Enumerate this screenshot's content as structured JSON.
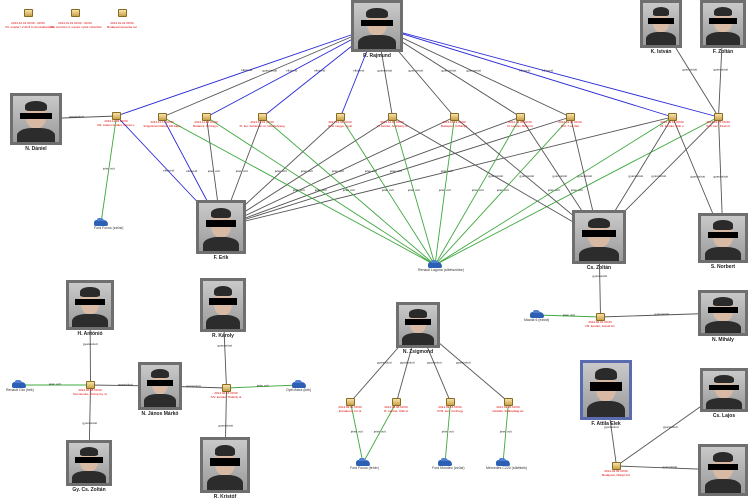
{
  "legend": [
    {
      "id": "L1",
      "label": "2013.12.01 00:00 - 00:00\nVII. emelet / 2 db 8 0 cimszaktariszon"
    },
    {
      "id": "L2",
      "label": "2014.01.01 00:00 - 00:00\nSG. sorszám 3. Cestre nyitot ucherfokt"
    },
    {
      "id": "L3",
      "label": "2014.01.01 00:00\nBudapest kamerás cel"
    }
  ],
  "persons": [
    {
      "id": "rajmund",
      "name": "R. Rajmund"
    },
    {
      "id": "daniel",
      "name": "N. Dániel"
    },
    {
      "id": "istvan",
      "name": "K. István"
    },
    {
      "id": "zoltanF",
      "name": "F. Zoltán"
    },
    {
      "id": "erik",
      "name": "F. Erik"
    },
    {
      "id": "zoltanCs",
      "name": "Cs. Zoltán"
    },
    {
      "id": "norbert",
      "name": "S. Norbert"
    },
    {
      "id": "mihaly",
      "name": "N. Mihály"
    },
    {
      "id": "antonio",
      "name": "H. Antónió"
    },
    {
      "id": "karoly",
      "name": "R. Károly"
    },
    {
      "id": "zsigmond",
      "name": "N. Zsigmond"
    },
    {
      "id": "marko",
      "name": "N. János Márkó"
    },
    {
      "id": "attila",
      "name": "F. Attila Elek"
    },
    {
      "id": "lajos",
      "name": "Cs. Lajos"
    },
    {
      "id": "zoltan2",
      "name": "Gy. Cs. Zoltán"
    },
    {
      "id": "bottomK",
      "name": "R. Kristóf"
    },
    {
      "id": "brperson",
      "name": ""
    }
  ],
  "events": [
    {
      "id": "e1",
      "label": "2013.11.03 00:00\nXIII. számú kerület, Dózsa u."
    },
    {
      "id": "e2",
      "label": "2013.11.17 00:00\nSzigetszentmiklós, M0 kapu"
    },
    {
      "id": "e3",
      "label": "2013.11.22 00:00\nBudaörs, Ország u."
    },
    {
      "id": "e4",
      "label": "2013.12.01 00:00\nXI. ker. Fehérvári út, üzlethelyiség"
    },
    {
      "id": "e5",
      "label": "2013.12.06 00:00\nPest megye, Gyál"
    },
    {
      "id": "e6",
      "label": "2013.12.14 00:00\nVI. kerület, Andrássy út"
    },
    {
      "id": "e7",
      "label": "2013.12.19 00:00\nBudapest, Kőbánya"
    },
    {
      "id": "e8",
      "label": "2014.01.05 00:00\nIII. kerület, Bécsi út"
    },
    {
      "id": "e9",
      "label": "2014.01.11 00:00\nÉrd, 7-es főút"
    },
    {
      "id": "e10",
      "label": "2014.01.18 00:00\nVII. kerület, Dob u."
    },
    {
      "id": "e11",
      "label": "2014.01.25 00:00\nXVII. ker., Pesti út"
    },
    {
      "id": "e12",
      "label": "2014.02.01 00:00\nVIII. kerület, József krt."
    },
    {
      "id": "e13",
      "label": "2014.02.08 00:00\nSzentendre, Dózsa Gy. út"
    },
    {
      "id": "e14",
      "label": "2014.02.15 00:00\nXIV. kerület, Thököly út"
    },
    {
      "id": "e15",
      "label": "2014.03.01 00:00\nDunakeszi, Fő út"
    },
    {
      "id": "e16",
      "label": "2014.03.08 00:00\nIX. kerület, Üllői út"
    },
    {
      "id": "e17",
      "label": "2014.03.15 00:00\nXVIII. ker., Ferihegy"
    },
    {
      "id": "e18",
      "label": "2014.03.22 00:00\nGödöllő, Szabadság tér"
    },
    {
      "id": "e19",
      "label": "2014.04.05 00:00\nBudapest, Margit híd"
    }
  ],
  "cars": [
    {
      "id": "c1",
      "label": "Ford Focus (ezüst)"
    },
    {
      "id": "c2",
      "label": "Renault Laguna (sötétszürke)"
    },
    {
      "id": "c3",
      "label": "Mazda 6 (ezüst)"
    },
    {
      "id": "c4",
      "label": "Renault Clio (kék)"
    },
    {
      "id": "c5",
      "label": "Opel Astra (kék)"
    },
    {
      "id": "c6",
      "label": "Ford Focus (fehér)"
    },
    {
      "id": "c7",
      "label": "Ford Mondeo (ezüst)"
    },
    {
      "id": "c8",
      "label": "Mercedes C220 (sötétkék)"
    }
  ],
  "edges": [
    {
      "from": "rajmund",
      "to": "e1",
      "color": "#2a2ad6",
      "label": "elkövető"
    },
    {
      "from": "rajmund",
      "to": "e2",
      "color": "#555555",
      "label": "gyanúsított"
    },
    {
      "from": "rajmund",
      "to": "e3",
      "color": "#2a2ad6",
      "label": "elkövető"
    },
    {
      "from": "rajmund",
      "to": "e4",
      "color": "#2a2ad6",
      "label": "elkövető"
    },
    {
      "from": "rajmund",
      "to": "e5",
      "color": "#2a2ad6",
      "label": "elkövető"
    },
    {
      "from": "rajmund",
      "to": "e6",
      "color": "#555555",
      "label": "gyanúsított"
    },
    {
      "from": "rajmund",
      "to": "e7",
      "color": "#555555",
      "label": "gyanúsított"
    },
    {
      "from": "rajmund",
      "to": "e8",
      "color": "#555555",
      "label": "gyanúsított"
    },
    {
      "from": "rajmund",
      "to": "e9",
      "color": "#555555",
      "label": "gyanúsított"
    },
    {
      "from": "rajmund",
      "to": "e10",
      "color": "#2a2ad6",
      "label": "elkövető"
    },
    {
      "from": "rajmund",
      "to": "e11",
      "color": "#2a2ad6",
      "label": "elkövető"
    },
    {
      "from": "daniel",
      "to": "e1",
      "color": "#555555",
      "label": "gyanúsított"
    },
    {
      "from": "istvan",
      "to": "e11",
      "color": "#555555",
      "label": "gyanúsított"
    },
    {
      "from": "zoltanF",
      "to": "e11",
      "color": "#555555",
      "label": "gyanúsított"
    },
    {
      "from": "e1",
      "to": "c1",
      "color": "#3fa83f",
      "label": "jelen volt"
    },
    {
      "from": "e1",
      "to": "erik",
      "color": "#2a2ad6",
      "label": "elkövető"
    },
    {
      "from": "e2",
      "to": "erik",
      "color": "#2a2ad6",
      "label": "elkövető"
    },
    {
      "from": "e3",
      "to": "erik",
      "color": "#555555",
      "label": "jelen volt"
    },
    {
      "from": "e4",
      "to": "erik",
      "color": "#555555",
      "label": "jelen volt"
    },
    {
      "from": "e5",
      "to": "erik",
      "color": "#555555",
      "label": "jelen volt"
    },
    {
      "from": "e6",
      "to": "erik",
      "color": "#555555",
      "label": "jelen volt"
    },
    {
      "from": "e7",
      "to": "erik",
      "color": "#555555",
      "label": "jelen volt"
    },
    {
      "from": "e8",
      "to": "erik",
      "color": "#555555",
      "label": "jelen volt"
    },
    {
      "from": "e9",
      "to": "erik",
      "color": "#555555",
      "label": "jelen volt"
    },
    {
      "from": "e10",
      "to": "erik",
      "color": "#555555",
      "label": "jelen volt"
    },
    {
      "from": "e2",
      "to": "c2",
      "color": "#3fa83f",
      "label": "jelen volt"
    },
    {
      "from": "e3",
      "to": "c2",
      "color": "#3fa83f",
      "label": "jelen volt"
    },
    {
      "from": "e4",
      "to": "c2",
      "color": "#3fa83f",
      "label": "jelen volt"
    },
    {
      "from": "e5",
      "to": "c2",
      "color": "#3fa83f",
      "label": "jelen volt"
    },
    {
      "from": "e6",
      "to": "c2",
      "color": "#3fa83f",
      "label": "jelen volt"
    },
    {
      "from": "e7",
      "to": "c2",
      "color": "#3fa83f",
      "label": "jelen volt"
    },
    {
      "from": "e8",
      "to": "c2",
      "color": "#3fa83f",
      "label": "jelen volt"
    },
    {
      "from": "e9",
      "to": "c2",
      "color": "#3fa83f",
      "label": "jelen volt"
    },
    {
      "from": "e10",
      "to": "c2",
      "color": "#3fa83f",
      "label": "jelen volt"
    },
    {
      "from": "e11",
      "to": "c2",
      "color": "#3fa83f",
      "label": "jelen volt"
    },
    {
      "from": "e6",
      "to": "zoltanCs",
      "color": "#555555",
      "label": "gyanúsított"
    },
    {
      "from": "e7",
      "to": "zoltanCs",
      "color": "#555555",
      "label": "gyanúsított"
    },
    {
      "from": "e8",
      "to": "zoltanCs",
      "color": "#555555",
      "label": "gyanúsított"
    },
    {
      "from": "e9",
      "to": "zoltanCs",
      "color": "#555555",
      "label": "gyanúsított"
    },
    {
      "from": "e10",
      "to": "zoltanCs",
      "color": "#555555",
      "label": "gyanúsított"
    },
    {
      "from": "e11",
      "to": "zoltanCs",
      "color": "#555555",
      "label": "gyanúsított"
    },
    {
      "from": "e10",
      "to": "norbert",
      "color": "#555555",
      "label": "gyanúsított"
    },
    {
      "from": "e11",
      "to": "norbert",
      "color": "#555555",
      "label": "gyanúsított"
    },
    {
      "from": "zoltanCs",
      "to": "e12",
      "color": "#555555",
      "label": "gyanúsított"
    },
    {
      "from": "e12",
      "to": "mihaly",
      "color": "#555555",
      "label": "gyanúsított"
    },
    {
      "from": "e12",
      "to": "c3",
      "color": "#3fa83f",
      "label": "jelen volt"
    },
    {
      "from": "antonio",
      "to": "e13",
      "color": "#555555",
      "label": "gyanúsított"
    },
    {
      "from": "e13",
      "to": "marko",
      "color": "#555555",
      "label": "gyanúsított"
    },
    {
      "from": "e13",
      "to": "c4",
      "color": "#3fa83f",
      "label": "jelen volt"
    },
    {
      "from": "e13",
      "to": "zoltan2",
      "color": "#555555",
      "label": "gyanúsított"
    },
    {
      "from": "karoly",
      "to": "e14",
      "color": "#555555",
      "label": "gyanúsított"
    },
    {
      "from": "e14",
      "to": "c5",
      "color": "#3fa83f",
      "label": "jelen volt"
    },
    {
      "from": "e14",
      "to": "marko",
      "color": "#555555",
      "label": "gyanúsított"
    },
    {
      "from": "e14",
      "to": "bottomK",
      "color": "#555555",
      "label": "gyanúsított"
    },
    {
      "from": "zsigmond",
      "to": "e15",
      "color": "#555555",
      "label": "gyanúsított"
    },
    {
      "from": "zsigmond",
      "to": "e16",
      "color": "#555555",
      "label": "gyanúsított"
    },
    {
      "from": "zsigmond",
      "to": "e17",
      "color": "#555555",
      "label": "gyanúsított"
    },
    {
      "from": "zsigmond",
      "to": "e18",
      "color": "#555555",
      "label": "gyanúsított"
    },
    {
      "from": "e15",
      "to": "c6",
      "color": "#3fa83f",
      "label": "jelen volt"
    },
    {
      "from": "e16",
      "to": "c6",
      "color": "#3fa83f",
      "label": "jelen volt"
    },
    {
      "from": "e17",
      "to": "c7",
      "color": "#3fa83f",
      "label": "jelen volt"
    },
    {
      "from": "e18",
      "to": "c8",
      "color": "#3fa83f",
      "label": "jelen volt"
    },
    {
      "from": "lajos",
      "to": "e19",
      "color": "#555555",
      "label": "gyanúsított"
    },
    {
      "from": "attila",
      "to": "e19",
      "color": "#555555",
      "label": "gyanúsított"
    },
    {
      "from": "brperson",
      "to": "e19",
      "color": "#555555",
      "label": "gyanúsított"
    }
  ]
}
